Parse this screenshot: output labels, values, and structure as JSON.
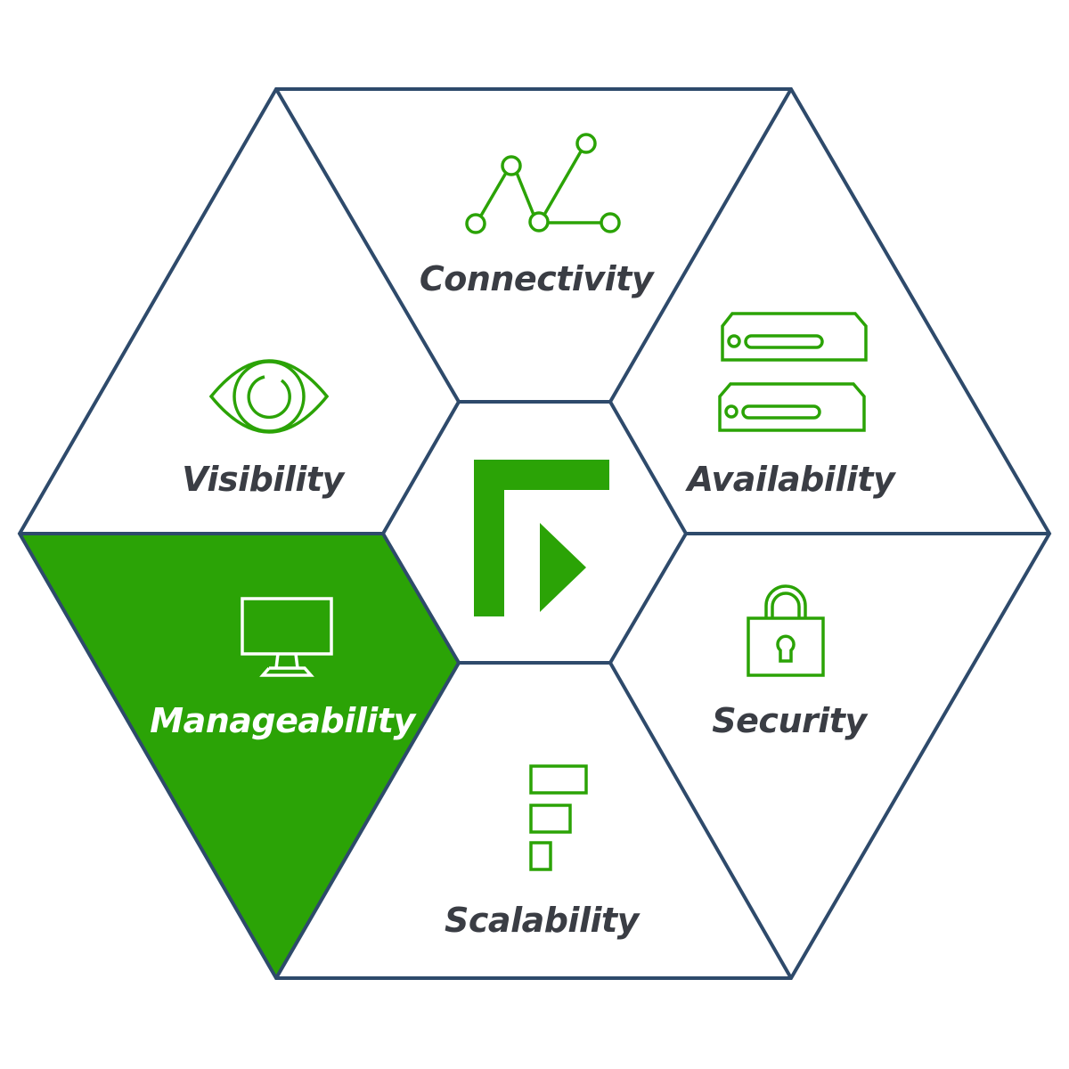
{
  "colors": {
    "outline": "#2e4a6b",
    "accent": "#2ba306",
    "label_dark": "#3a3d44",
    "label_on_accent": "#ffffff",
    "background": "#ffffff"
  },
  "center_logo": {
    "icon": "brand-logo-icon"
  },
  "segments": [
    {
      "id": "connectivity",
      "label": "Connectivity",
      "icon": "network-nodes-icon",
      "highlighted": false
    },
    {
      "id": "visibility",
      "label": "Visibility",
      "icon": "eye-icon",
      "highlighted": false
    },
    {
      "id": "availability",
      "label": "Availability",
      "icon": "server-stack-icon",
      "highlighted": false
    },
    {
      "id": "manageability",
      "label": "Manageability",
      "icon": "monitor-icon",
      "highlighted": true
    },
    {
      "id": "security",
      "label": "Security",
      "icon": "padlock-icon",
      "highlighted": false
    },
    {
      "id": "scalability",
      "label": "Scalability",
      "icon": "stacked-bars-icon",
      "highlighted": false
    }
  ]
}
